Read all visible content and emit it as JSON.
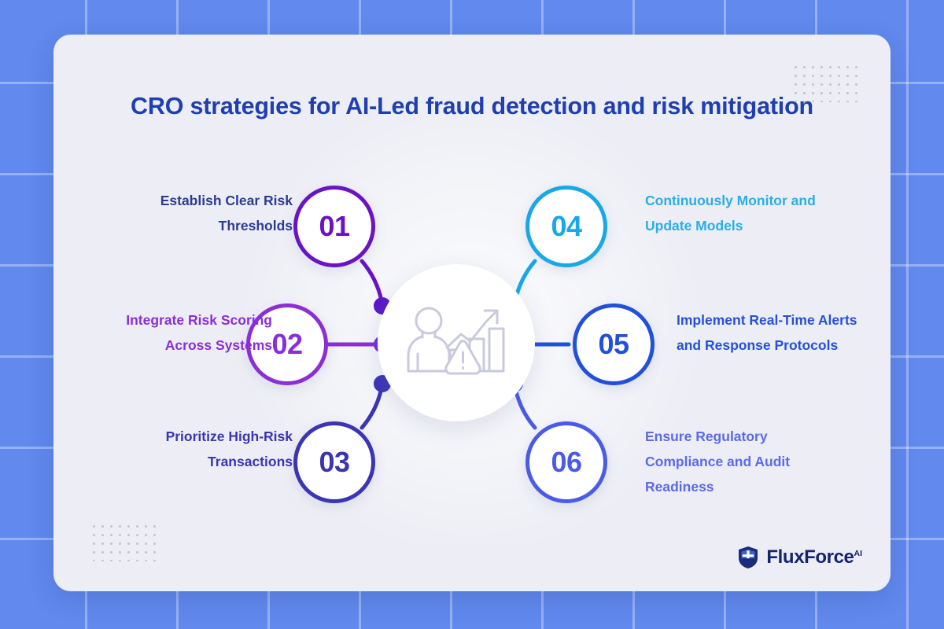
{
  "page": {
    "title": "CRO strategies for AI-Led fraud detection and risk mitigation",
    "background_color": "#6189EE",
    "card_color": "#EDEEF5"
  },
  "hub": {
    "icon": "risk-analytics-icon",
    "icon_parts": [
      "person",
      "bar-chart",
      "trend-arrow-up",
      "warning-triangle"
    ]
  },
  "steps": [
    {
      "number": "01",
      "label": "Establish Clear Risk Thresholds",
      "color": "#6A13C6",
      "label_color": "#2B3C94",
      "side": "left"
    },
    {
      "number": "02",
      "label": "Integrate Risk Scoring Across Systems",
      "color": "#8B2ED6",
      "label_color": "#8B2ED6",
      "side": "left"
    },
    {
      "number": "03",
      "label": "Prioritize High-Risk Transactions",
      "color": "#3B35B5",
      "label_color": "#3B35B5",
      "side": "left"
    },
    {
      "number": "04",
      "label": "Continuously Monitor and Update Models",
      "color": "#18A8E8",
      "label_color": "#2AADE8",
      "side": "right"
    },
    {
      "number": "05",
      "label": "Implement Real-Time Alerts and Response Protocols",
      "color": "#2050DC",
      "label_color": "#2550DC",
      "side": "right"
    },
    {
      "number": "06",
      "label": "Ensure Regulatory Compliance and Audit Readiness",
      "color": "#4A5BEA",
      "label_color": "#5B6AE8",
      "side": "right"
    }
  ],
  "decorations": {
    "dot_grid_top_right": "dot-grid-pattern",
    "dot_grid_bottom_left": "dot-grid-pattern"
  },
  "logo": {
    "name": "FluxForce",
    "superscript": "AI",
    "icon": "shield-icon",
    "color": "#14246E"
  }
}
